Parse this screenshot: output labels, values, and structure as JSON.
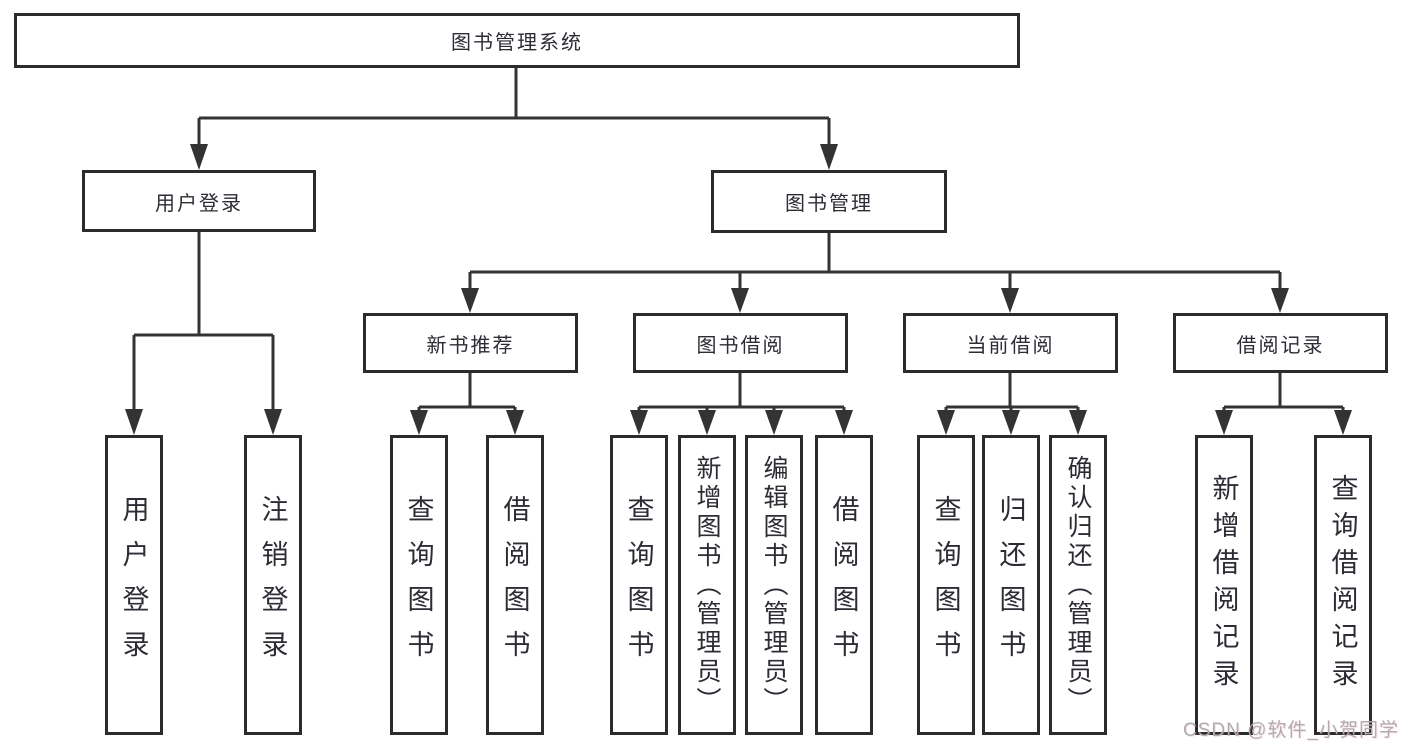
{
  "diagram": {
    "root": "图书管理系统",
    "l1": [
      "用户登录",
      "图书管理"
    ],
    "l2": [
      "新书推荐",
      "图书借阅",
      "当前借阅",
      "借阅记录"
    ],
    "l3": [
      [
        "用户登录",
        "注销登录"
      ],
      [
        "查询图书",
        "借阅图书"
      ],
      [
        "查询图书",
        "新增图书（管理员）",
        "编辑图书（管理员）",
        "借阅图书"
      ],
      [
        "查询图书",
        "归还图书",
        "确认归还（管理员）"
      ],
      [
        "新增借阅记录",
        "查询借阅记录"
      ]
    ]
  },
  "watermark": "CSDN @软件_小贺同学",
  "colors": {
    "line": "#333333",
    "box_border": "#2b2b2b",
    "text": "#2c2c34",
    "watermark": "#b2abad",
    "background": "#ffffff"
  }
}
